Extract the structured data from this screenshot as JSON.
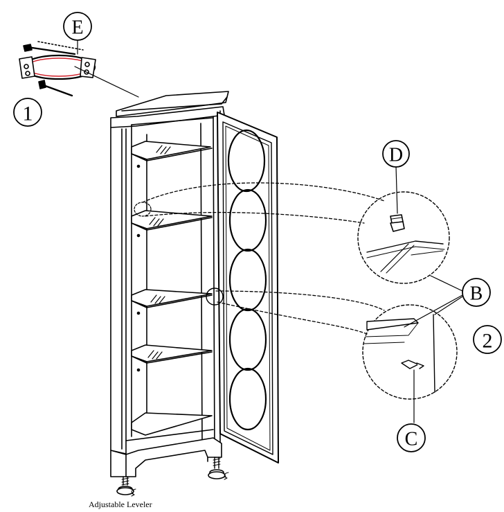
{
  "labels": {
    "E": "E",
    "D": "D",
    "B": "B",
    "C": "C",
    "step1": "1",
    "step2": "2"
  },
  "caption": "Adjustable Leveler",
  "colors": {
    "ink": "#000000",
    "accent": "#d0202a",
    "paper": "#ffffff"
  }
}
